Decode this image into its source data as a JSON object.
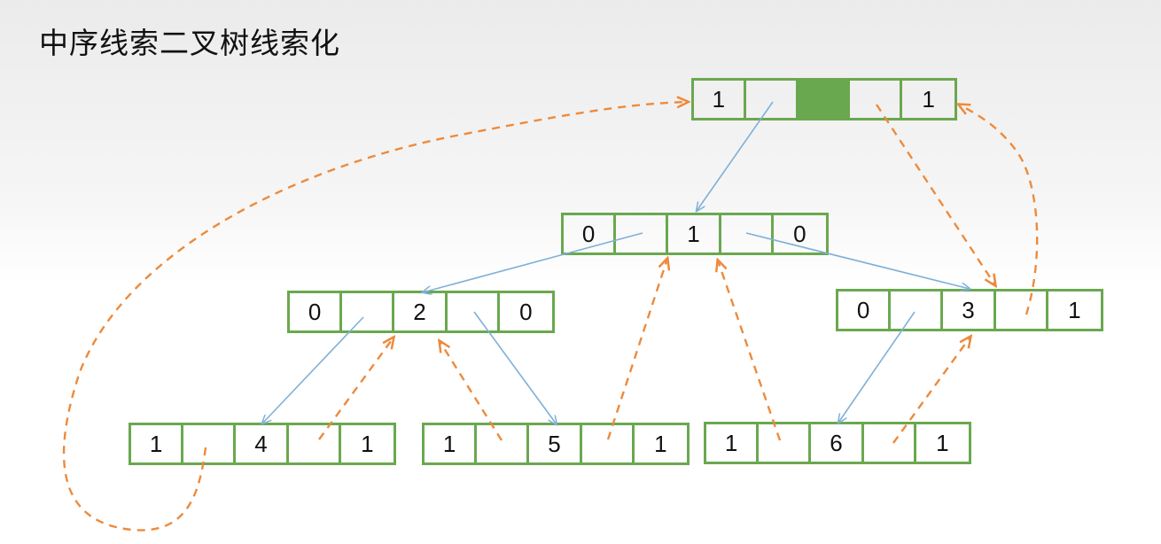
{
  "title": "中序线索二叉树线索化",
  "colors": {
    "node_border": "#6aa84f",
    "head_fill": "#6aa84f",
    "child_link": "#7fb0d8",
    "thread_link": "#ed8a3c"
  },
  "head": {
    "cells": [
      "1",
      "",
      "",
      "",
      "1"
    ]
  },
  "nodes": [
    {
      "id": "n1",
      "cells": [
        "0",
        "",
        "1",
        "",
        "0"
      ]
    },
    {
      "id": "n2",
      "cells": [
        "0",
        "",
        "2",
        "",
        "0"
      ]
    },
    {
      "id": "n3",
      "cells": [
        "0",
        "",
        "3",
        "",
        "1"
      ]
    },
    {
      "id": "n4",
      "cells": [
        "1",
        "",
        "4",
        "",
        "1"
      ]
    },
    {
      "id": "n5",
      "cells": [
        "1",
        "",
        "5",
        "",
        "1"
      ]
    },
    {
      "id": "n6",
      "cells": [
        "1",
        "",
        "6",
        "",
        "1"
      ]
    }
  ]
}
